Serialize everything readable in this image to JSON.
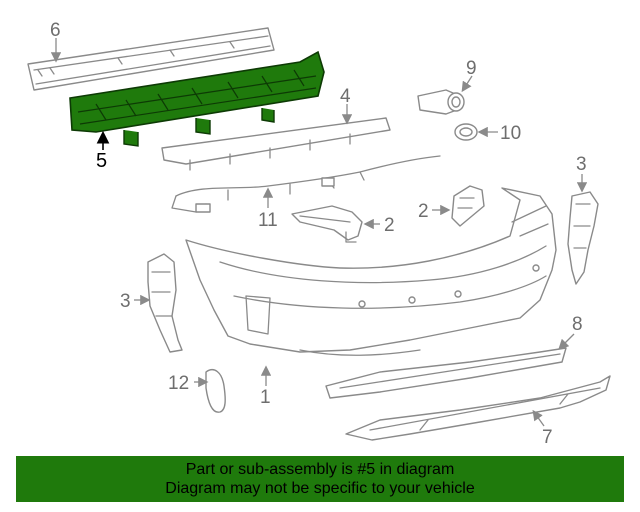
{
  "callouts": {
    "c1": "1",
    "c2a": "2",
    "c2b": "2",
    "c3a": "3",
    "c3b": "3",
    "c4": "4",
    "c5": "5",
    "c6": "6",
    "c7": "7",
    "c8": "8",
    "c9": "9",
    "c10": "10",
    "c11": "11",
    "c12": "12"
  },
  "highlighted_part": "5",
  "banner": {
    "line1": "Part or sub-assembly is #5 in diagram",
    "line2": "Diagram may not be specific to your vehicle"
  },
  "colors": {
    "highlight_fill": "#1f7a0c",
    "banner_bg": "#1f7a0c",
    "line_art": "#8a8a8a"
  }
}
